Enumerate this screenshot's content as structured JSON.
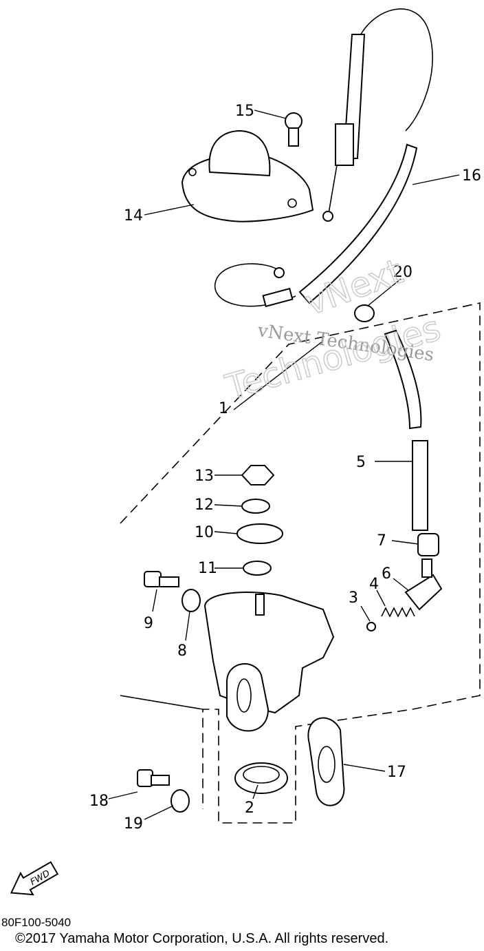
{
  "diagram": {
    "callouts": [
      "1",
      "2",
      "3",
      "4",
      "5",
      "6",
      "7",
      "8",
      "9",
      "10",
      "11",
      "12",
      "13",
      "14",
      "15",
      "16",
      "17",
      "18",
      "19",
      "20"
    ],
    "fwd_label": "FWD"
  },
  "watermark": {
    "line1": "vNext Technologies",
    "line2": "vNext",
    "line3": "Technologies"
  },
  "footer": {
    "part_code": "80F100-5040",
    "copyright": "©2017 Yamaha Motor Corporation, U.S.A. All rights reserved."
  }
}
